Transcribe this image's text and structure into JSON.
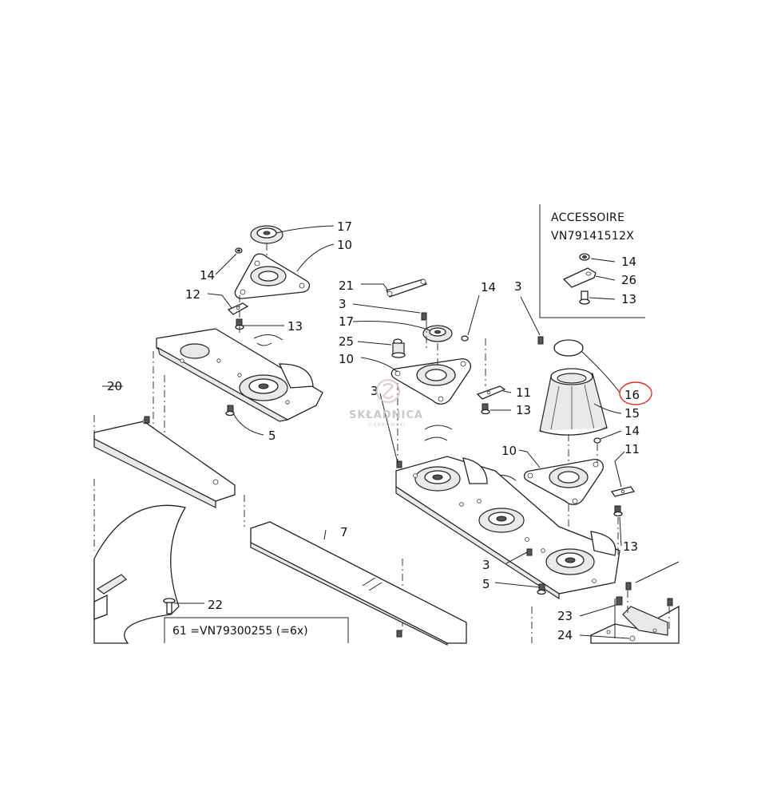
{
  "accessory_box": {
    "title": "ACCESSOIRE",
    "part_number": "VN79141512X",
    "labels": [
      "14",
      "26",
      "13"
    ]
  },
  "kit_box": {
    "text": "61   =VN79300255  (=6x)"
  },
  "watermark": {
    "brand": "SKŁADNICA",
    "sub": "DĄBROWSKI"
  },
  "callouts": {
    "l17a": "17",
    "l10a": "10",
    "l14a": "14",
    "l12": "12",
    "l13a": "13",
    "l20": "20",
    "l5a": "5",
    "l22": "22",
    "l7": "7",
    "l21": "21",
    "l3a": "3",
    "l17b": "17",
    "l14b": "14",
    "l25": "25",
    "l10b": "10",
    "l11a": "11",
    "l13b": "13",
    "l3b": "3",
    "l3c": "3",
    "l16": "16",
    "l15": "15",
    "l14c": "14",
    "l11b": "11",
    "l10c": "10",
    "l13c": "13",
    "l3d": "3",
    "l5b": "5",
    "l23": "23",
    "l24": "24"
  },
  "highlight": {
    "color": "#e0322b",
    "target": "16"
  }
}
